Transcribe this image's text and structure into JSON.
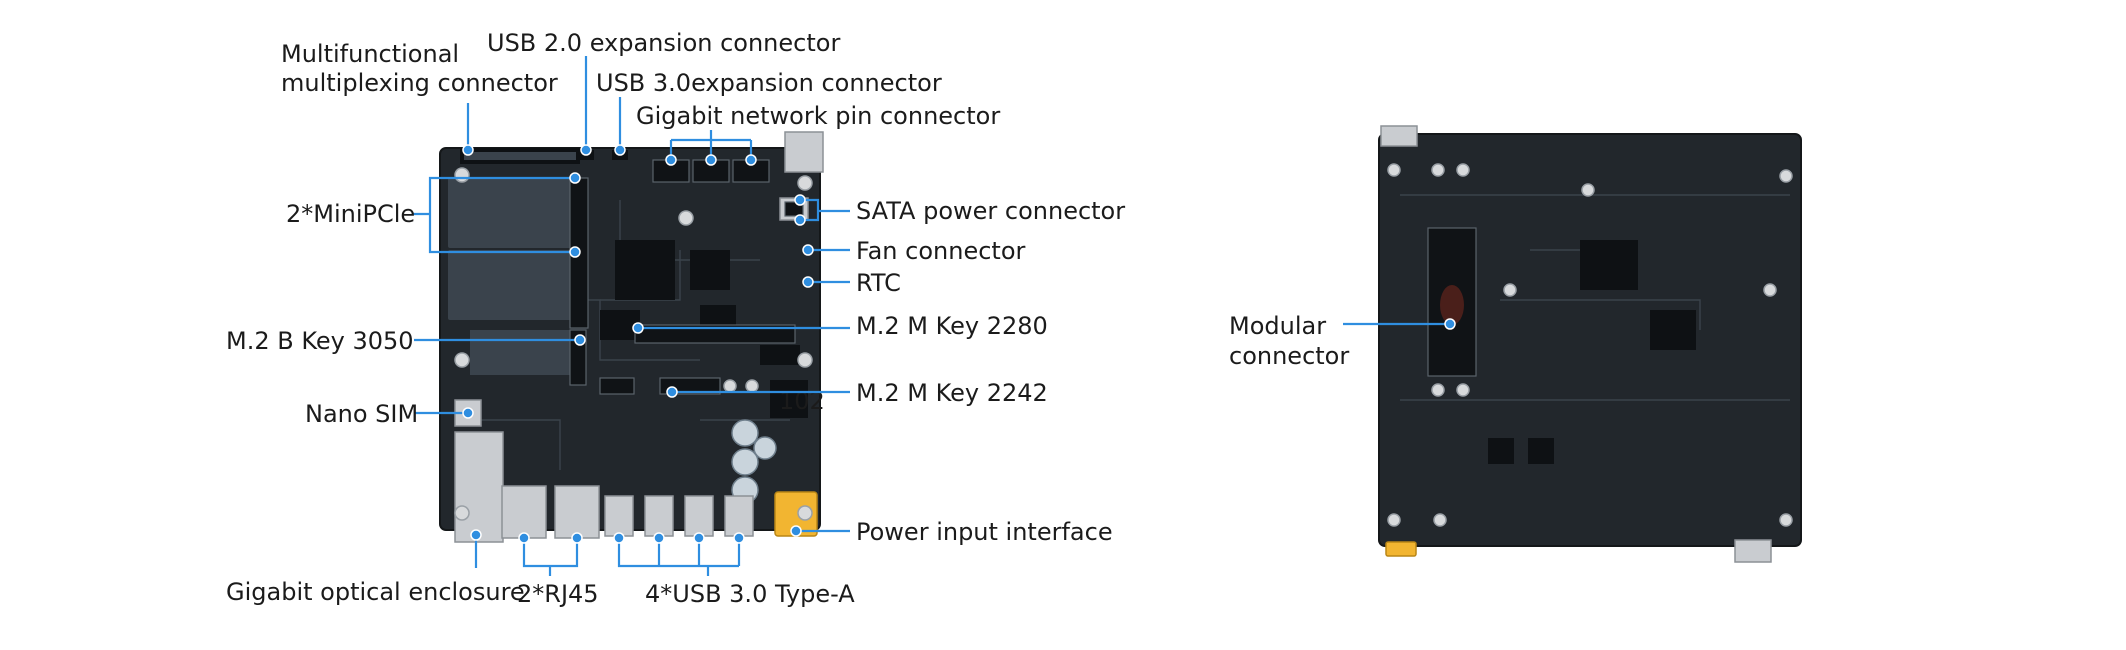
{
  "labels": {
    "multifunctional_1": "Multifunctional",
    "multifunctional_2": "multiplexing connector",
    "usb20": "USB 2.0 expansion connector",
    "usb30_exp": "USB 3.0expansion connector",
    "gigabit_pin": "Gigabit network pin connector",
    "minipcie": "2*MiniPCle",
    "sata_power": "SATA power connector",
    "fan": "Fan connector",
    "rtc": "RTC",
    "m2_b_key": "M.2 B Key 3050",
    "m2_m_key_2280": "M.2 M Key 2280",
    "m2_m_key_2242": "M.2 M Key 2242",
    "nano_sim": "Nano SIM",
    "power_input": "Power input interface",
    "gigabit_optical": "Gigabit optical enclosure",
    "rj45": "2*RJ45",
    "usb30_typea": "4*USB 3.0 Type-A",
    "modular_1": "Modular",
    "modular_2": "connector"
  },
  "board_marks": {
    "silkscreen_code": "102"
  },
  "colors": {
    "leader": "#2f8ee0",
    "board": "#22272c",
    "text": "#1b1b1b"
  }
}
